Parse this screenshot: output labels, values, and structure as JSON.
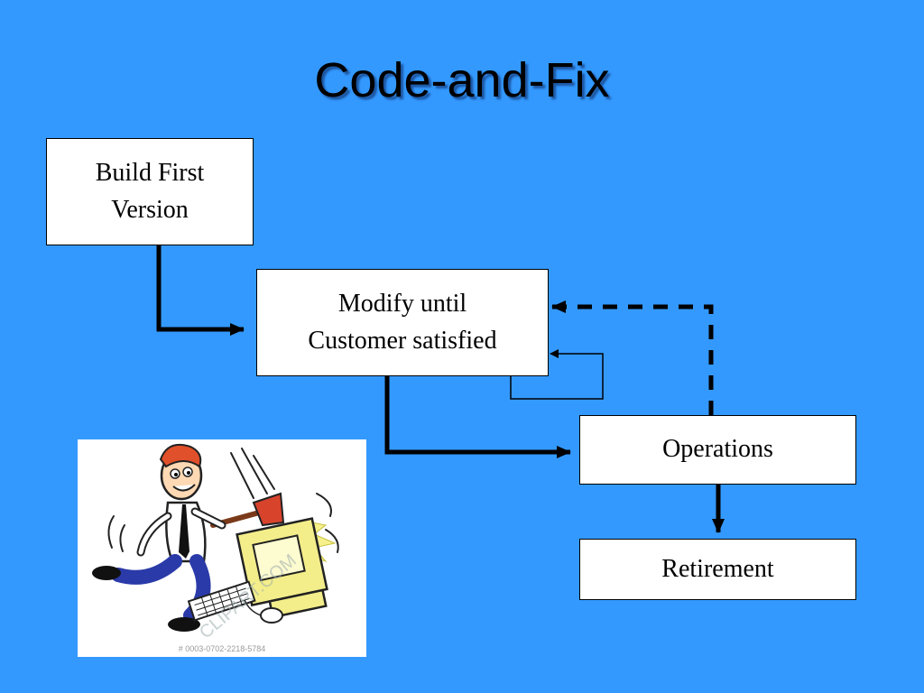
{
  "slide": {
    "title": "Code-and-Fix",
    "background": "#3399ff"
  },
  "diagram": {
    "nodes": {
      "build": {
        "line1": "Build First",
        "line2": "Version"
      },
      "modify": {
        "line1": "Modify until",
        "line2": "Customer satisfied"
      },
      "operations": {
        "label": "Operations"
      },
      "retirement": {
        "label": "Retirement"
      }
    },
    "edges": [
      {
        "from": "build",
        "to": "modify",
        "style": "solid"
      },
      {
        "from": "modify",
        "to": "operations",
        "style": "solid"
      },
      {
        "from": "operations",
        "to": "retirement",
        "style": "solid"
      },
      {
        "from": "operations",
        "to": "modify",
        "style": "dashed"
      },
      {
        "from": "modify",
        "to": "modify",
        "style": "thin-loop"
      }
    ]
  },
  "clipart": {
    "description_icon": "frustrated-man-smashing-computer",
    "watermark": "CLIPART.COM",
    "stock_number": "# 0003-0702-2218-5784"
  }
}
